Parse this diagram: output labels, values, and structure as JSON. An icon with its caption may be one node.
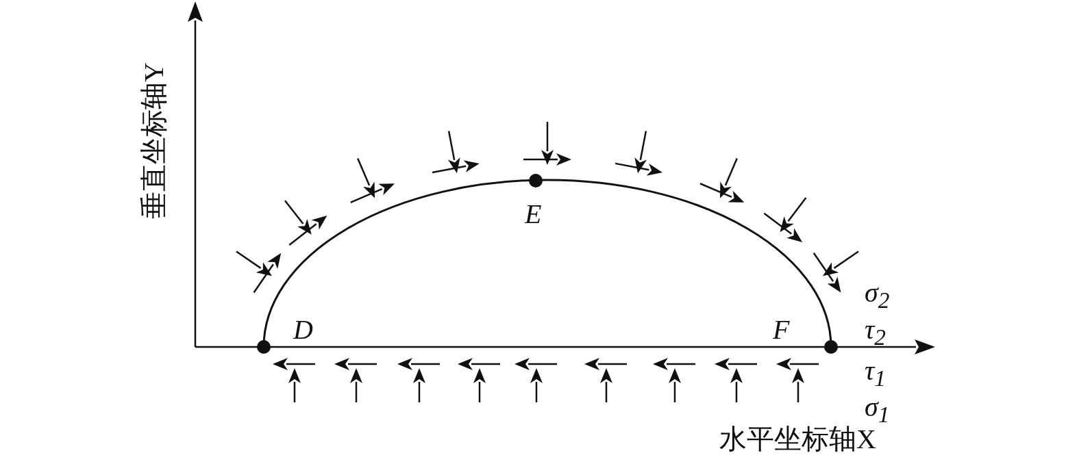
{
  "diagram": {
    "labels": [
      "垂直坐标轴Y",
      "D",
      "E",
      "F",
      "σ$_{2}$",
      "τ$_{2}$",
      "τ$_{1}$",
      "σ$_{1}$",
      "水平坐标轴X"
    ]
  }
}
